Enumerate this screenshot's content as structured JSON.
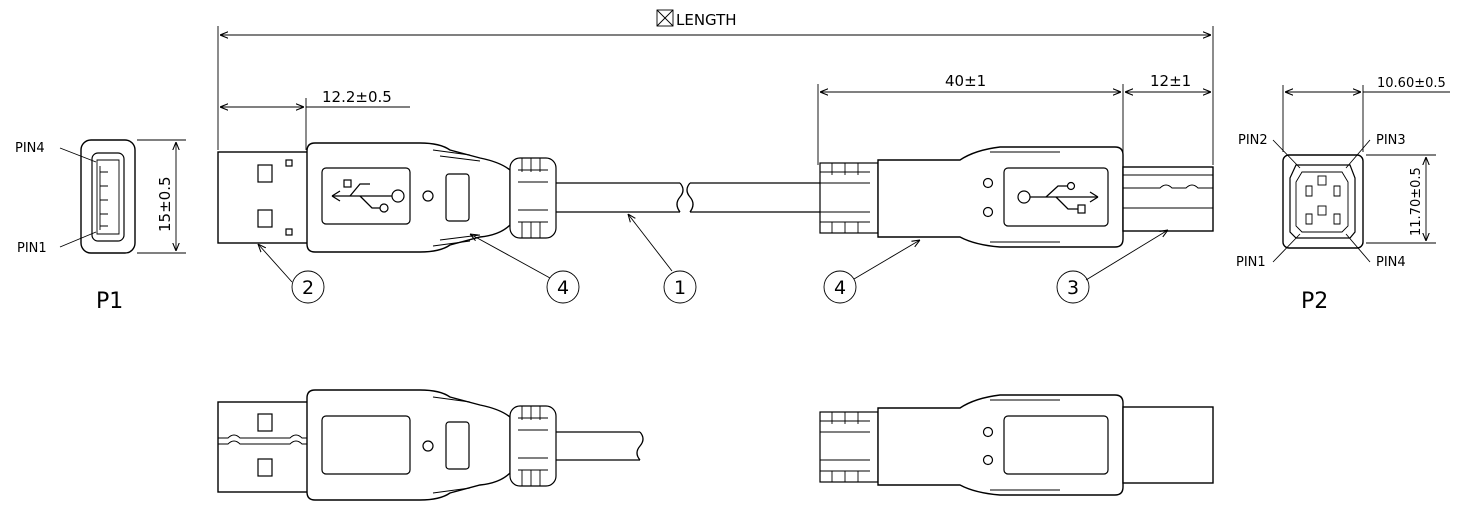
{
  "dimensions": {
    "length": "LENGTH",
    "a_plug": "12.2±0.5",
    "b_boot": "40±1",
    "b_plug": "12±1",
    "p1_height": "15±0.5",
    "p2_width": "10.60±0.5",
    "p2_height": "11.70±0.5"
  },
  "connectors": {
    "p1": {
      "label": "P1",
      "pins": [
        "PIN4",
        "PIN1"
      ]
    },
    "p2": {
      "label": "P2",
      "pins": [
        "PIN2",
        "PIN3",
        "PIN1",
        "PIN4"
      ]
    }
  },
  "callouts": [
    "2",
    "4",
    "1",
    "4",
    "3"
  ],
  "colors": {
    "line": "#000000",
    "background": "#ffffff"
  }
}
